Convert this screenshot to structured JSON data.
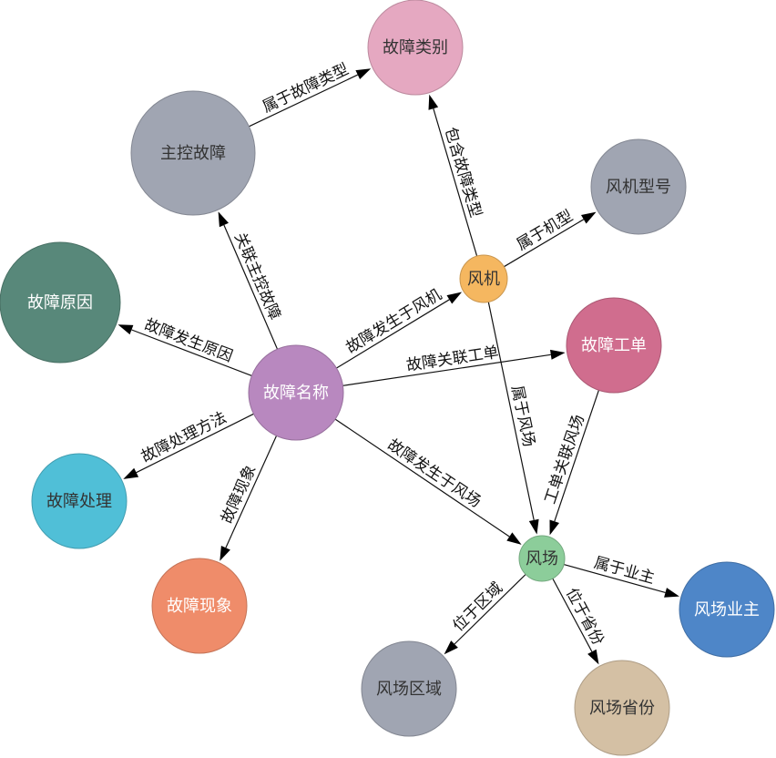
{
  "nodes": [
    {
      "id": "fault_name",
      "label": "故障名称",
      "color": "#b888bf",
      "text": "light"
    },
    {
      "id": "fault_category",
      "label": "故障类别",
      "color": "#e5a8c1",
      "text": "dark"
    },
    {
      "id": "main_control_fault",
      "label": "主控故障",
      "color": "#a0a5b2",
      "text": "dark"
    },
    {
      "id": "turbine",
      "label": "风机",
      "color": "#f5b760",
      "text": "dark"
    },
    {
      "id": "turbine_model",
      "label": "风机型号",
      "color": "#a0a5b2",
      "text": "dark"
    },
    {
      "id": "fault_cause",
      "label": "故障原因",
      "color": "#58887a",
      "text": "light"
    },
    {
      "id": "fault_workorder",
      "label": "故障工单",
      "color": "#d06d8e",
      "text": "light"
    },
    {
      "id": "fault_handling",
      "label": "故障处理",
      "color": "#50bfd7",
      "text": "dark"
    },
    {
      "id": "fault_phenomenon",
      "label": "故障现象",
      "color": "#ef8c6a",
      "text": "light"
    },
    {
      "id": "wind_farm",
      "label": "风场",
      "color": "#8ccd9a",
      "text": "dark"
    },
    {
      "id": "wind_farm_owner",
      "label": "风场业主",
      "color": "#4e86c8",
      "text": "light"
    },
    {
      "id": "wind_farm_region",
      "label": "风场区域",
      "color": "#a0a5b2",
      "text": "dark"
    },
    {
      "id": "wind_farm_province",
      "label": "风场省份",
      "color": "#d4c0a4",
      "text": "dark"
    }
  ],
  "edges": [
    {
      "source": "main_control_fault",
      "target": "fault_category",
      "label": "属于故障类型"
    },
    {
      "source": "turbine",
      "target": "fault_category",
      "label": "包含故障类型"
    },
    {
      "source": "turbine",
      "target": "turbine_model",
      "label": "属于机型"
    },
    {
      "source": "fault_name",
      "target": "main_control_fault",
      "label": "关联主控故障"
    },
    {
      "source": "fault_name",
      "target": "turbine",
      "label": "故障发生于风机"
    },
    {
      "source": "fault_name",
      "target": "fault_cause",
      "label": "故障发生原因"
    },
    {
      "source": "fault_name",
      "target": "fault_workorder",
      "label": "故障关联工单"
    },
    {
      "source": "fault_name",
      "target": "fault_handling",
      "label": "故障处理方法"
    },
    {
      "source": "fault_name",
      "target": "fault_phenomenon",
      "label": "故障现象"
    },
    {
      "source": "fault_name",
      "target": "wind_farm",
      "label": "故障发生于风场"
    },
    {
      "source": "turbine",
      "target": "wind_farm",
      "label": "属于风场"
    },
    {
      "source": "fault_workorder",
      "target": "wind_farm",
      "label": "工单关联风场"
    },
    {
      "source": "wind_farm",
      "target": "wind_farm_owner",
      "label": "属于业主"
    },
    {
      "source": "wind_farm",
      "target": "wind_farm_region",
      "label": "位于区域"
    },
    {
      "source": "wind_farm",
      "target": "wind_farm_province",
      "label": "位于省份"
    }
  ]
}
